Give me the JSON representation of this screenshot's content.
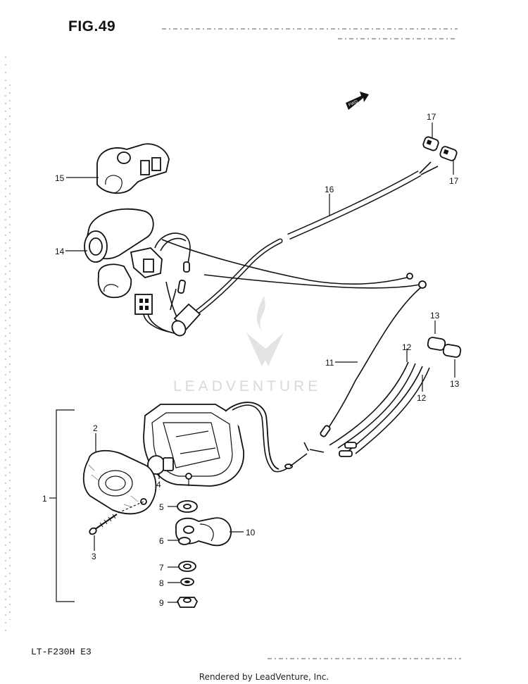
{
  "header": {
    "figure_title": "FIG.49"
  },
  "footer": {
    "model": "LT-F230H  E3",
    "rendered_by": "Rendered by LeadVenture, Inc."
  },
  "watermark": {
    "text": "LEADVENTURE"
  },
  "direction_tag": "FWD",
  "callouts": {
    "c1": "1",
    "c2": "2",
    "c3": "3",
    "c4": "4",
    "c5": "5",
    "c6": "6",
    "c7": "7",
    "c8": "8",
    "c9": "9",
    "c10": "10",
    "c11": "11",
    "c12a": "12",
    "c12b": "12",
    "c13a": "13",
    "c13b": "13",
    "c14": "14",
    "c15": "15",
    "c16": "16",
    "c17a": "17",
    "c17b": "17"
  }
}
